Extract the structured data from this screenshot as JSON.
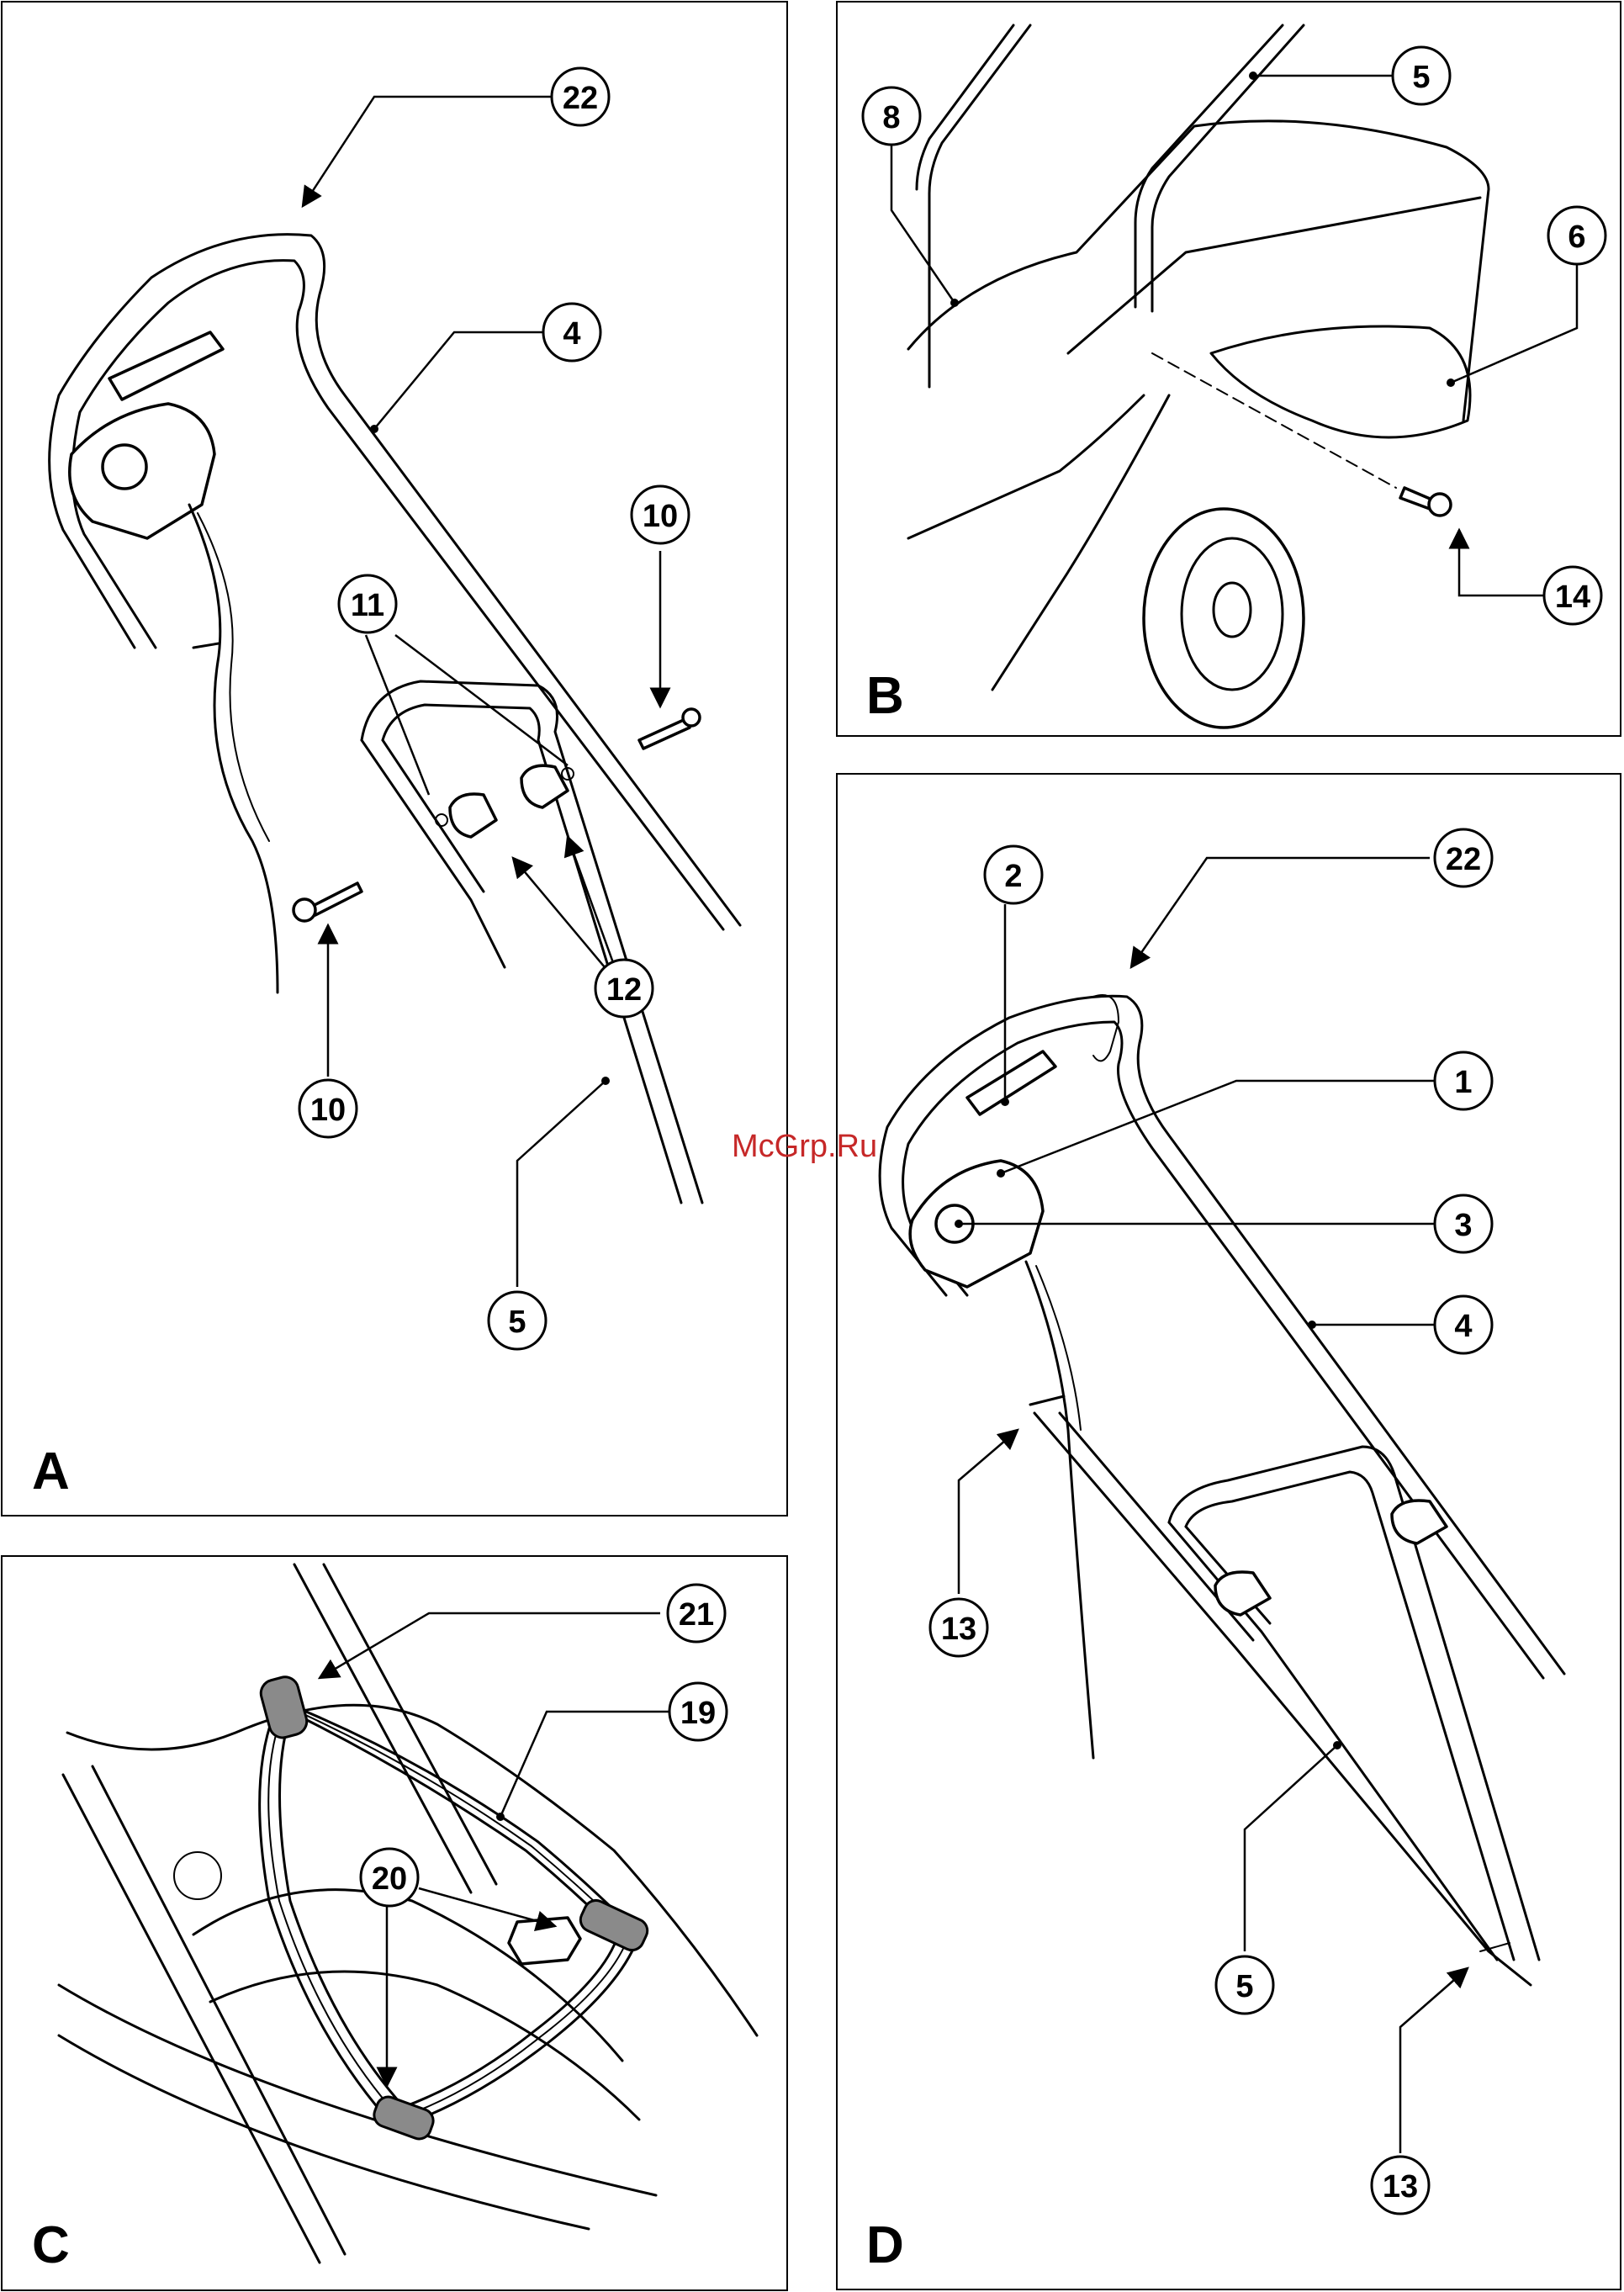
{
  "watermark": "McGrp.Ru",
  "panels": [
    {
      "id": "A",
      "label": "A",
      "callouts": [
        "22",
        "4",
        "10",
        "11",
        "12",
        "10",
        "5"
      ]
    },
    {
      "id": "B",
      "label": "B",
      "callouts": [
        "8",
        "5",
        "6",
        "14"
      ]
    },
    {
      "id": "C",
      "label": "C",
      "callouts": [
        "21",
        "19",
        "20"
      ]
    },
    {
      "id": "D",
      "label": "D",
      "callouts": [
        "2",
        "22",
        "1",
        "3",
        "4",
        "13",
        "5",
        "13"
      ]
    }
  ],
  "colors": {
    "line": "#000000",
    "background": "#ffffff",
    "grip": "#8a8a8a",
    "watermark": "#c62828"
  }
}
